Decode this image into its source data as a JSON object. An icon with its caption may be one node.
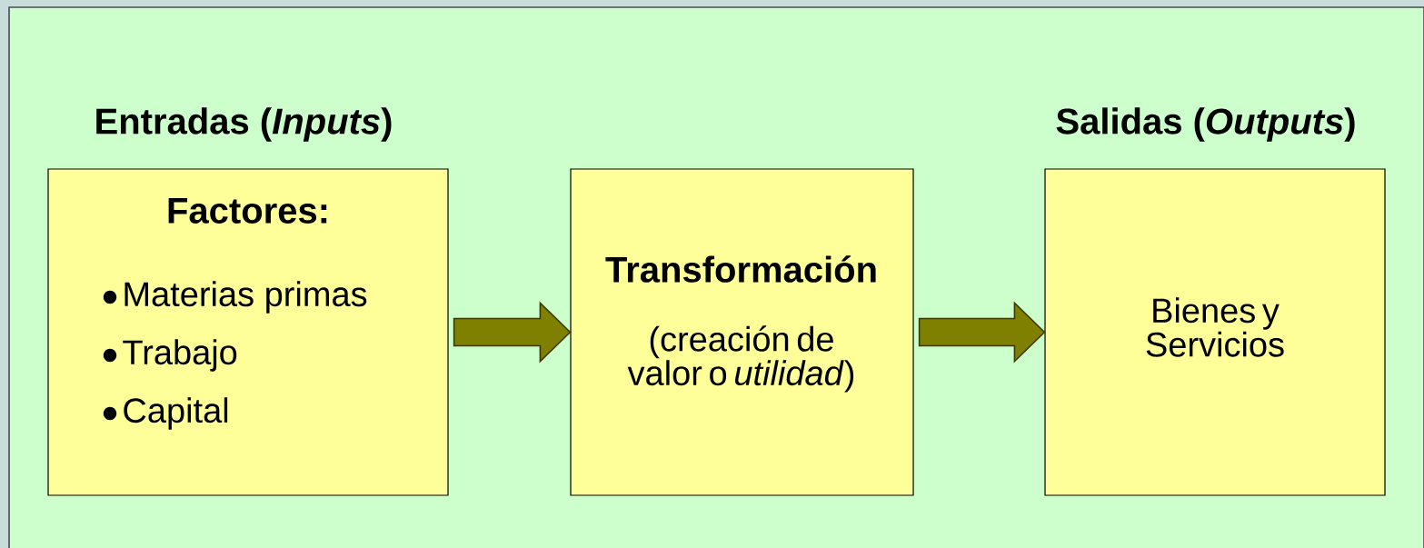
{
  "diagram": {
    "nodes": [
      {
        "text": [
          "Entradas (*Inputs*)",
          "Factores:",
          "Materias primas",
          "Trabajo",
          "Capital"
        ]
      },
      {
        "text": [
          "Transformación",
          "(creación de valor o *utilidad*)"
        ]
      },
      {
        "text": [
          "Salidas (*Outputs*)",
          "Bienes y Servicios"
        ]
      }
    ],
    "edges": [
      {
        "from": 0,
        "to": 1,
        "arrow": "to"
      },
      {
        "from": 1,
        "to": 2,
        "arrow": "to"
      }
    ]
  }
}
